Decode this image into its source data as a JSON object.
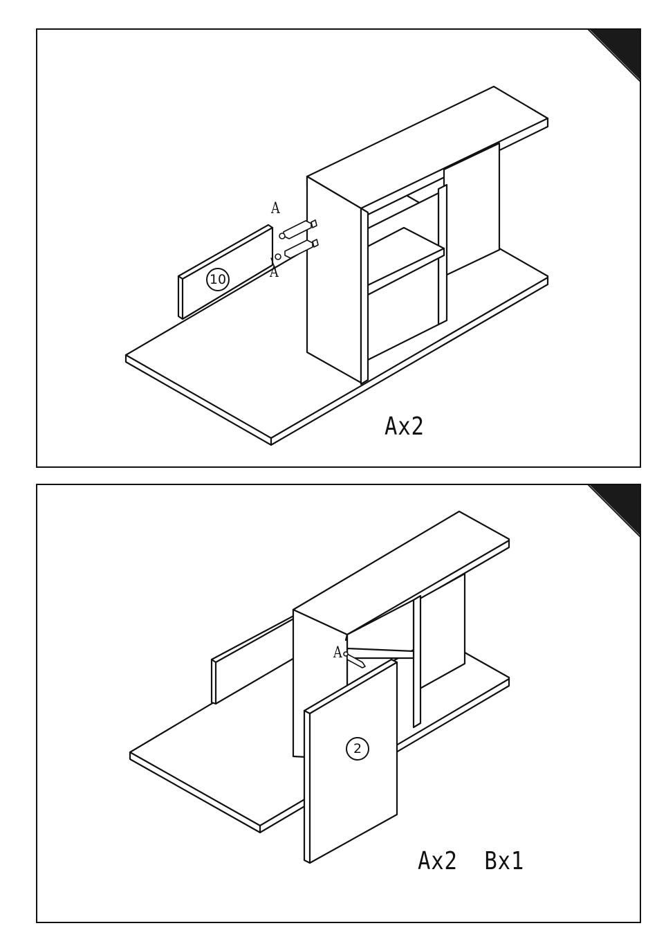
{
  "steps": [
    {
      "id": "step-1",
      "part_number": "10",
      "hardware_labels": [
        "A",
        "A"
      ],
      "quantity": "Ax2"
    },
    {
      "id": "step-2",
      "part_number": "2",
      "hardware_labels": [
        "A"
      ],
      "quantity": "Ax2  Bx1"
    }
  ],
  "colors": {
    "line": "#111111",
    "corner": "#1a1a1a",
    "background": "#ffffff"
  },
  "icons": [
    "corner-tab-icon",
    "cam-dowel-icon"
  ]
}
